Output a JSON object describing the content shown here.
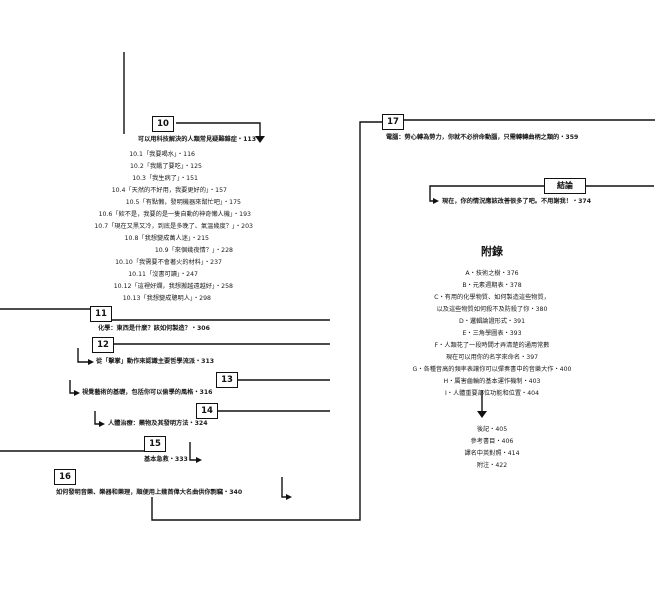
{
  "left": {
    "ch10": {
      "num": "10",
      "title": "可以用科技解決的人類常見疑難雜症・113",
      "items": [
        "10.1「我要喝水」・116",
        "10.2「我餓了要吃」・125",
        "10.3「我生病了」・151",
        "10.4「天然的不好用，我要更好的」・157",
        "10.5「有點懶，發明機器來幫忙吧」・175",
        "10.6「欸不是，我要的是一隻自動的神奇懶人機」・193",
        "10.7「現在又黑又冷，到底是多晚了、氣溫幾度？」・203",
        "10.8「我想變成萬人迷」・215",
        "10.9「來個幾夜情？」・228",
        "10.10「我需要不會著火的材料」・237",
        "10.11「沒書可讀」・247",
        "10.12「這裡好爛，我想搬越遠越好」・258",
        "10.13「我想變成聰明人」・298"
      ]
    },
    "ch11": {
      "num": "11",
      "title": "化學：東西是什麼？該如何製造？・306"
    },
    "ch12": {
      "num": "12",
      "title": "從「擊掌」動作來認識主要哲學流派・313"
    },
    "ch13": {
      "num": "13",
      "title": "視覺藝術的基礎，包括你可以偷學的風格・316"
    },
    "ch14": {
      "num": "14",
      "title": "人體治療：藥物及其發明方法・324"
    },
    "ch15": {
      "num": "15",
      "title": "基本急救・333"
    },
    "ch16": {
      "num": "16",
      "title": "如何發明音樂、樂器和樂理，順便用上幾首偉大名曲供你剽竊・340"
    }
  },
  "right": {
    "ch17": {
      "num": "17",
      "title": "電腦：勞心轉為勞力，你就不必拚命動腦，只需轉轉曲柄之類的・359"
    },
    "conclusion": {
      "label": "結論",
      "title": "現在，你的情況應該改善很多了吧。不用謝我！・374"
    },
    "appendix": {
      "heading": "附錄",
      "items": [
        "A・技術之樹・376",
        "B・元素週期表・378",
        "C・有用的化學物質、如何製造這些物質，",
        "以及這些物質如何殺不及防殺了你・380",
        "D・邏輯論證形式・391",
        "E・三角學圖表・393",
        "F・人類花了一段時間才弄清楚的通用常數",
        "現在可以用你的名字來命名・397",
        "G・各種音高的頻率表讓你可以彈奏書中的音樂大作・400",
        "H・厲害齒輪的基本運作機制・403",
        "I・人體重要部位功能和位置・404"
      ]
    },
    "back": [
      "後記・405",
      "參考書目・406",
      "譯名中英對照・414",
      "附注・422"
    ]
  }
}
